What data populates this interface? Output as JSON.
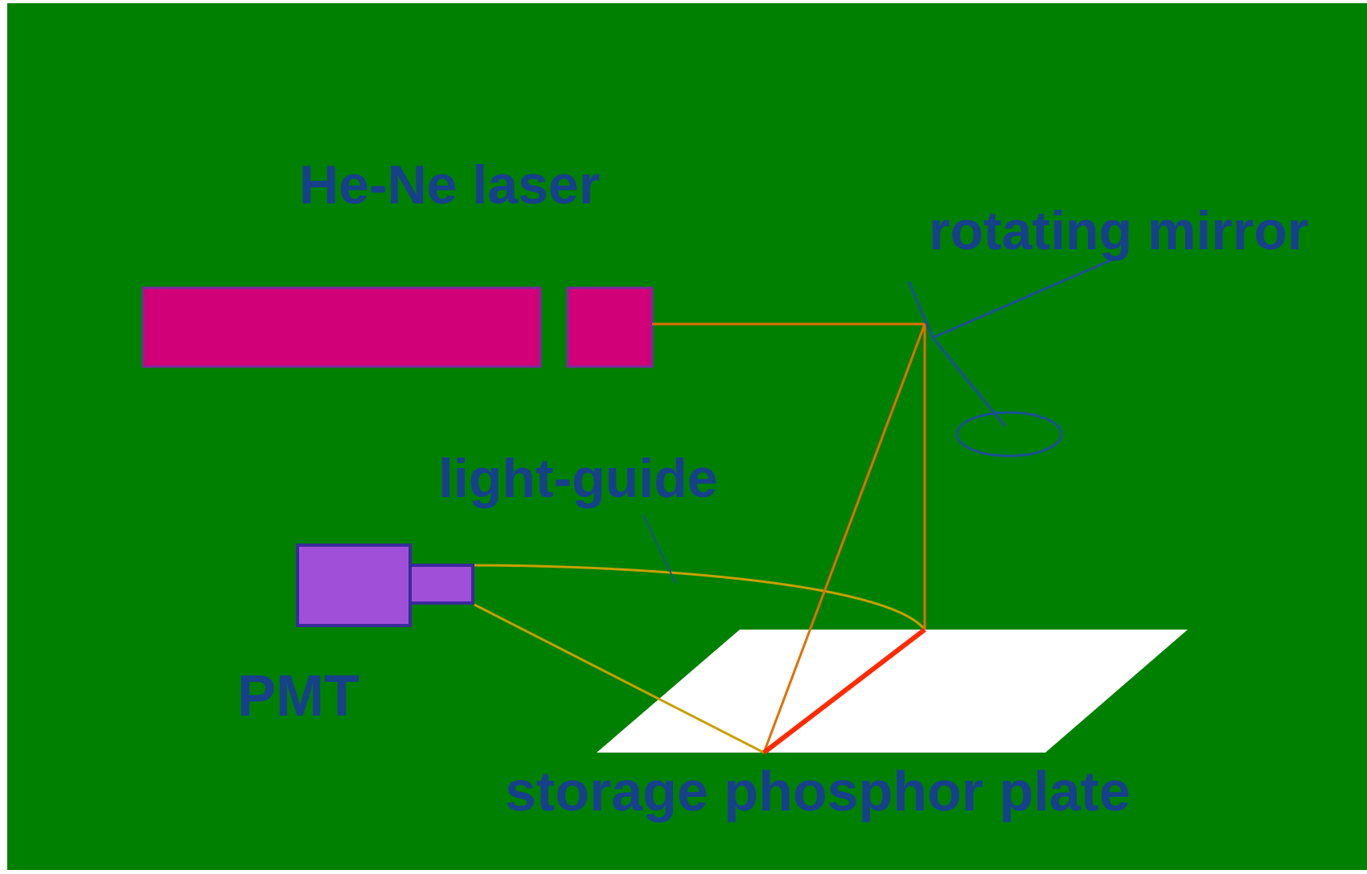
{
  "diagram": {
    "labels": {
      "laser": "He-Ne laser",
      "mirror": "rotating mirror",
      "light_guide": "light-guide",
      "pmt": "PMT",
      "plate": "storage phosphor plate"
    },
    "colors": {
      "background": "#008000",
      "label_text": "#17408b",
      "laser_body": "#d10078",
      "pmt_body": "#a050d8",
      "plate": "#ffffff",
      "beam": "#e07000",
      "scan_line": "#ff2a00",
      "guide_outline": "#c8a000",
      "mirror_outline": "#1a4f9a"
    }
  }
}
